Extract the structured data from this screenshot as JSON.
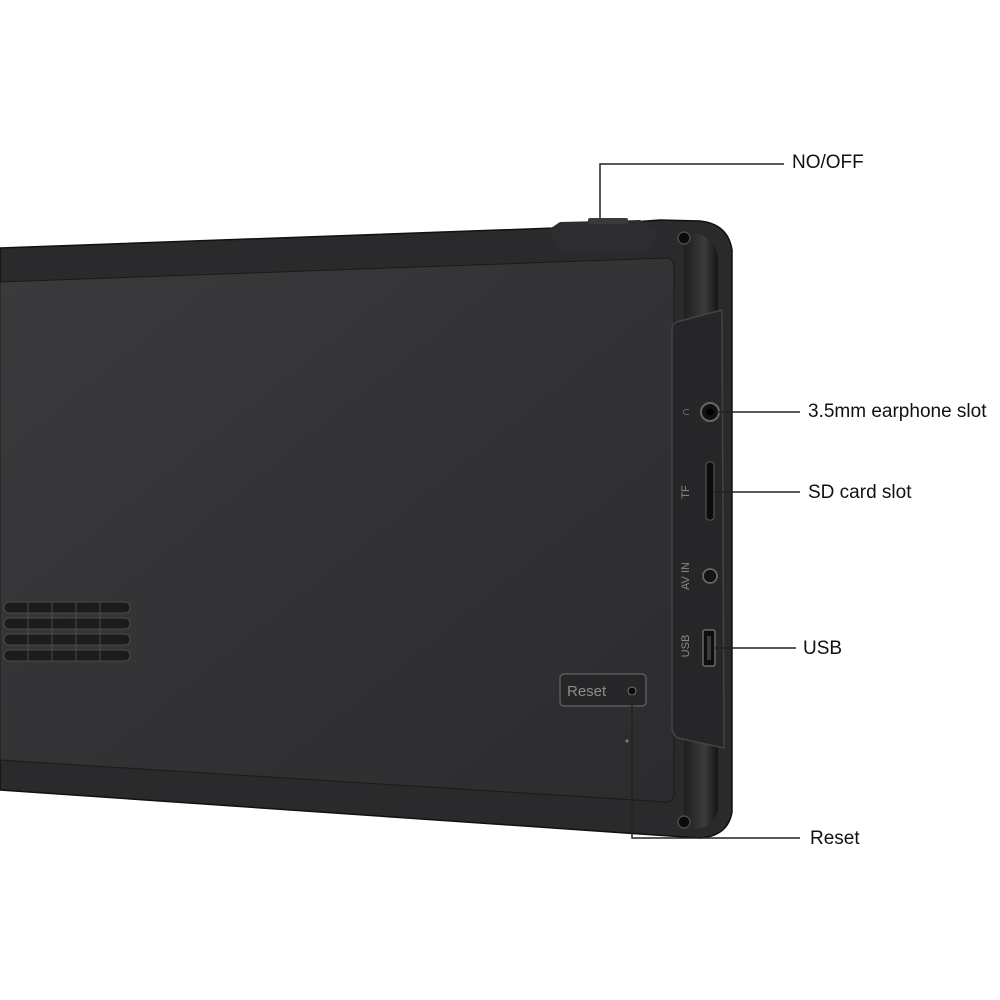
{
  "device": {
    "body_color": "#2a2a2c",
    "panel_color": "#333335",
    "edge_color": "#1b1b1c",
    "port_labels": {
      "earphone": "∩",
      "tf": "TF",
      "av_in": "AV IN",
      "usb": "USB"
    },
    "reset_button_label": "Reset"
  },
  "callouts": {
    "power": "NO/OFF",
    "earphone": "3.5mm earphone slot",
    "sd_card": "SD card slot",
    "usb": "USB",
    "reset": "Reset"
  },
  "line_color": "#222222"
}
